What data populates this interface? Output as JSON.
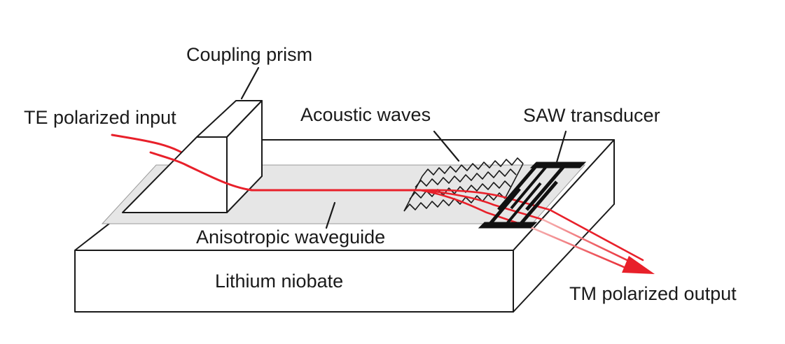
{
  "labels": {
    "coupling_prism": "Coupling prism",
    "te_input": "TE polarized input",
    "acoustic_waves": "Acoustic waves",
    "saw_transducer": "SAW transducer",
    "anisotropic_waveguide": "Anisotropic waveguide",
    "lithium_niobate": "Lithium niobate",
    "tm_output": "TM polarized output"
  },
  "colors": {
    "laser_beam": "#e8202a",
    "laser_beam_light": "#f4a0a0",
    "waveguide_fill": "#e6e6e6",
    "substrate_fill": "#ffffff",
    "outline": "#1a1a1a",
    "transducer": "#111111"
  }
}
